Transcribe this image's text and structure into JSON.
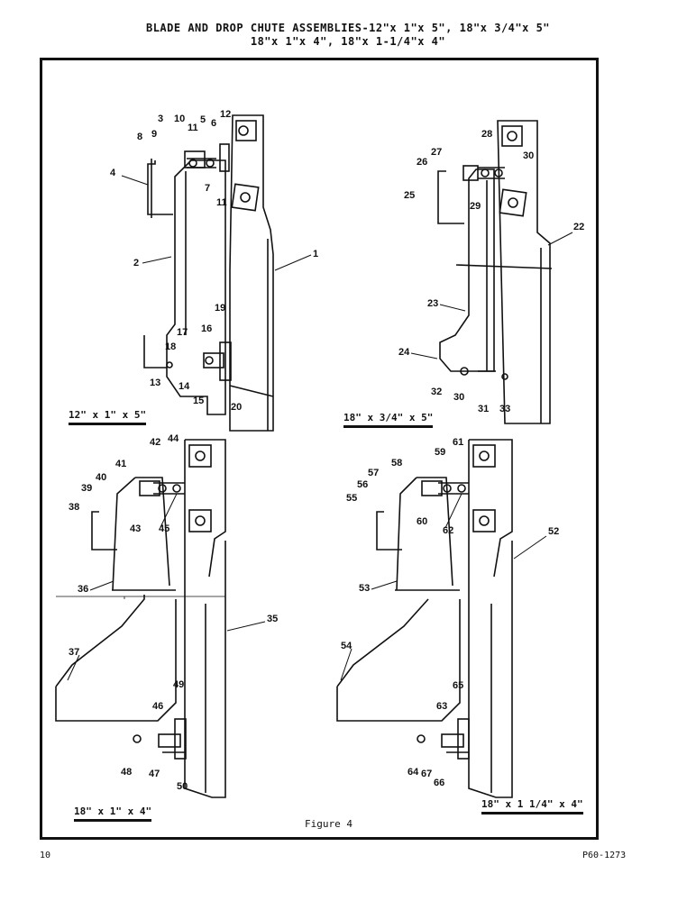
{
  "title": {
    "line1": "BLADE AND DROP CHUTE ASSEMBLIES-12\"x 1\"x 5\", 18\"x 3/4\"x 5\"",
    "line2": "18\"x 1\"x 4\", 18\"x 1-1/4\"x 4\""
  },
  "captions": {
    "p1": "12\" x 1\" x 5\"",
    "p2": "18\" x 3/4\" x 5\"",
    "p3": "18\" x 1\" x 4\"",
    "p4": "18\" x 1 1/4\" x 4\""
  },
  "figure_label": "Figure 4",
  "footer": {
    "page": "10",
    "code": "P60-1273"
  },
  "callouts": {
    "p1": [
      "1",
      "2",
      "3",
      "4",
      "5",
      "6",
      "7",
      "8",
      "9",
      "10",
      "11",
      "11",
      "12",
      "13",
      "14",
      "15",
      "16",
      "17",
      "18",
      "19",
      "20"
    ],
    "p2": [
      "22",
      "23",
      "24",
      "25",
      "26",
      "27",
      "28",
      "29",
      "30",
      "30",
      "31",
      "32",
      "33"
    ],
    "p3": [
      "35",
      "36",
      "37",
      "38",
      "39",
      "40",
      "41",
      "42",
      "43",
      "44",
      "45",
      "46",
      "47",
      "48",
      "49",
      "50"
    ],
    "p4": [
      "52",
      "53",
      "54",
      "55",
      "56",
      "57",
      "58",
      "59",
      "60",
      "61",
      "62",
      "63",
      "64",
      "65",
      "66",
      "67"
    ]
  }
}
